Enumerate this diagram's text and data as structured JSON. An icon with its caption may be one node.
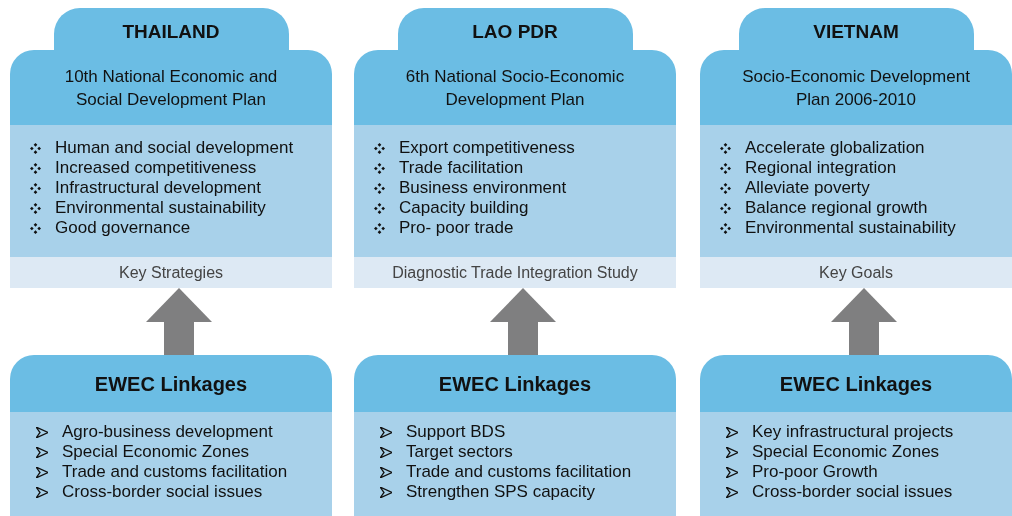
{
  "diagram": {
    "nodes": [
      {
        "text": [
          "THAILAND",
          "10th National Economic and Social Development Plan",
          "Human and social development",
          "Increased competitiveness",
          "Infrastructural development",
          "Environmental sustainability",
          "Good governance",
          "Key Strategies"
        ]
      },
      {
        "text": [
          "LAO PDR",
          "6th National Socio-Economic Development Plan",
          "Export competitiveness",
          "Trade facilitation",
          "Business environment",
          "Capacity building",
          "Pro- poor trade",
          "Diagnostic Trade Integration Study"
        ]
      },
      {
        "text": [
          "VIETNAM",
          "Socio-Economic Development Plan 2006-2010",
          "Accelerate globalization",
          "Regional integration",
          "Alleviate poverty",
          "Balance regional growth",
          "Environmental sustainability",
          "Key Goals"
        ]
      },
      {
        "text": [
          "EWEC Linkages",
          "Agro-business development",
          "Special Economic Zones",
          "Trade and customs facilitation",
          "Cross-border social issues"
        ]
      },
      {
        "text": [
          "EWEC Linkages",
          "Support BDS",
          "Target sectors",
          "Trade and customs facilitation",
          "Strengthen SPS capacity"
        ]
      },
      {
        "text": [
          "EWEC Linkages",
          "Key infrastructural projects",
          "Special Economic Zones",
          "Pro-poor Growth",
          "Cross-border social issues"
        ]
      }
    ],
    "edges": [
      {
        "from": 3,
        "to": 0,
        "arrow": "to"
      },
      {
        "from": 4,
        "to": 1,
        "arrow": "to"
      },
      {
        "from": 5,
        "to": 2,
        "arrow": "to"
      }
    ]
  }
}
